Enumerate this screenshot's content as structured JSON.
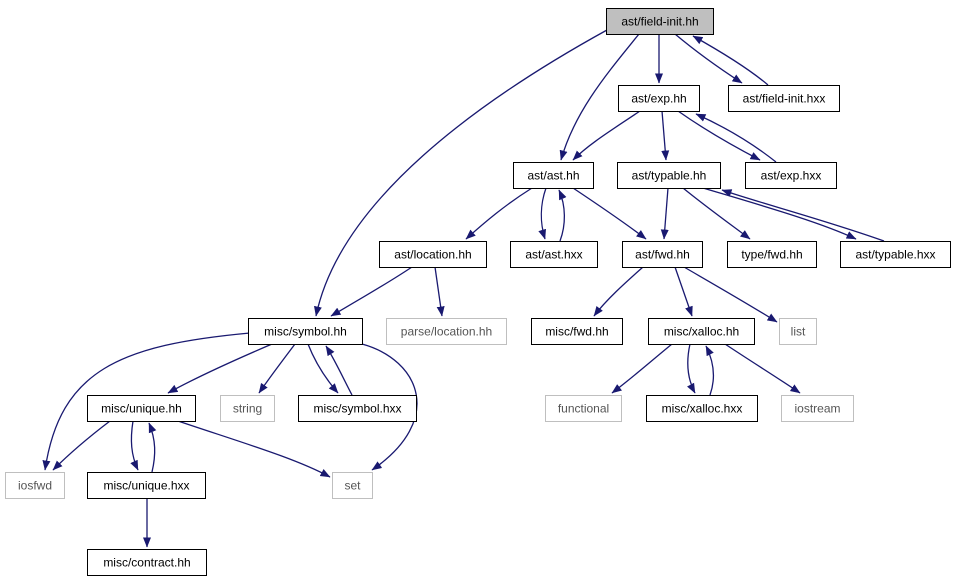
{
  "colors": {
    "edge": "#191970",
    "root_fill": "#bfbfbf",
    "node_border": "#000000",
    "external_border": "#bfbfbf",
    "background": "#ffffff"
  },
  "nodes": {
    "field_init_hh": {
      "label": "ast/field-init.hh",
      "kind": "root"
    },
    "exp_hh": {
      "label": "ast/exp.hh",
      "kind": "internal"
    },
    "field_init_hxx": {
      "label": "ast/field-init.hxx",
      "kind": "internal"
    },
    "ast_hh": {
      "label": "ast/ast.hh",
      "kind": "internal"
    },
    "typable_hh": {
      "label": "ast/typable.hh",
      "kind": "internal"
    },
    "exp_hxx": {
      "label": "ast/exp.hxx",
      "kind": "internal"
    },
    "location_hh": {
      "label": "ast/location.hh",
      "kind": "internal"
    },
    "ast_hxx": {
      "label": "ast/ast.hxx",
      "kind": "internal"
    },
    "fwd_hh": {
      "label": "ast/fwd.hh",
      "kind": "internal"
    },
    "type_fwd_hh": {
      "label": "type/fwd.hh",
      "kind": "internal"
    },
    "typable_hxx": {
      "label": "ast/typable.hxx",
      "kind": "internal"
    },
    "symbol_hh": {
      "label": "misc/symbol.hh",
      "kind": "internal"
    },
    "parse_location": {
      "label": "parse/location.hh",
      "kind": "external"
    },
    "misc_fwd_hh": {
      "label": "misc/fwd.hh",
      "kind": "internal"
    },
    "xalloc_hh": {
      "label": "misc/xalloc.hh",
      "kind": "internal"
    },
    "list": {
      "label": "list",
      "kind": "external"
    },
    "unique_hh": {
      "label": "misc/unique.hh",
      "kind": "internal"
    },
    "string": {
      "label": "string",
      "kind": "external"
    },
    "symbol_hxx": {
      "label": "misc/symbol.hxx",
      "kind": "internal"
    },
    "functional": {
      "label": "functional",
      "kind": "external"
    },
    "xalloc_hxx": {
      "label": "misc/xalloc.hxx",
      "kind": "internal"
    },
    "iostream": {
      "label": "iostream",
      "kind": "external"
    },
    "iosfwd": {
      "label": "iosfwd",
      "kind": "external"
    },
    "unique_hxx": {
      "label": "misc/unique.hxx",
      "kind": "internal"
    },
    "set": {
      "label": "set",
      "kind": "external"
    },
    "contract_hh": {
      "label": "misc/contract.hh",
      "kind": "internal"
    }
  },
  "edges": [
    [
      "field_init_hh",
      "exp_hh"
    ],
    [
      "field_init_hh",
      "field_init_hxx"
    ],
    [
      "field_init_hxx",
      "field_init_hh"
    ],
    [
      "field_init_hh",
      "ast_hh"
    ],
    [
      "field_init_hh",
      "symbol_hh"
    ],
    [
      "exp_hh",
      "ast_hh"
    ],
    [
      "exp_hh",
      "typable_hh"
    ],
    [
      "exp_hh",
      "exp_hxx"
    ],
    [
      "exp_hxx",
      "exp_hh"
    ],
    [
      "ast_hh",
      "location_hh"
    ],
    [
      "ast_hh",
      "ast_hxx"
    ],
    [
      "ast_hxx",
      "ast_hh"
    ],
    [
      "ast_hh",
      "fwd_hh"
    ],
    [
      "typable_hh",
      "fwd_hh"
    ],
    [
      "typable_hh",
      "type_fwd_hh"
    ],
    [
      "typable_hh",
      "typable_hxx"
    ],
    [
      "typable_hxx",
      "typable_hh"
    ],
    [
      "location_hh",
      "symbol_hh"
    ],
    [
      "location_hh",
      "parse_location"
    ],
    [
      "fwd_hh",
      "misc_fwd_hh"
    ],
    [
      "fwd_hh",
      "xalloc_hh"
    ],
    [
      "fwd_hh",
      "list"
    ],
    [
      "symbol_hh",
      "unique_hh"
    ],
    [
      "symbol_hh",
      "string"
    ],
    [
      "symbol_hh",
      "symbol_hxx"
    ],
    [
      "symbol_hxx",
      "symbol_hh"
    ],
    [
      "symbol_hh",
      "iosfwd"
    ],
    [
      "symbol_hh",
      "set"
    ],
    [
      "xalloc_hh",
      "functional"
    ],
    [
      "xalloc_hh",
      "xalloc_hxx"
    ],
    [
      "xalloc_hxx",
      "xalloc_hh"
    ],
    [
      "xalloc_hh",
      "iostream"
    ],
    [
      "unique_hh",
      "iosfwd"
    ],
    [
      "unique_hh",
      "unique_hxx"
    ],
    [
      "unique_hxx",
      "unique_hh"
    ],
    [
      "unique_hh",
      "set"
    ],
    [
      "unique_hxx",
      "contract_hh"
    ]
  ]
}
